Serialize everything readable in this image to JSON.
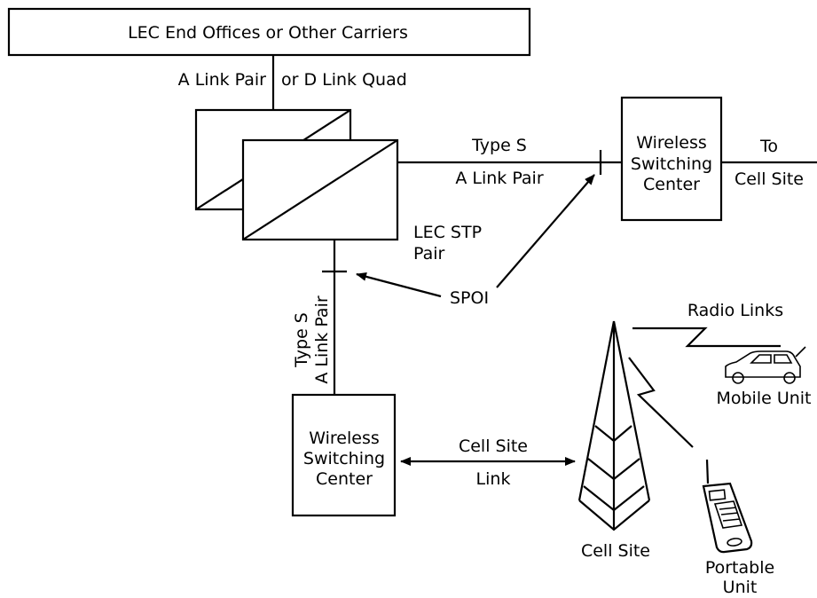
{
  "carrier_box": {
    "label": "LEC End Offices or Other Carriers"
  },
  "a_link_label": {
    "part1": "A Link Pair",
    "part2": "or D Link Quad"
  },
  "stp": {
    "label_line1": "LEC STP",
    "label_line2": "Pair"
  },
  "top_link": {
    "line1": "Type S",
    "line2": "A Link Pair"
  },
  "wsc_right": {
    "line1": "Wireless",
    "line2": "Switching",
    "line3": "Center"
  },
  "to_cell_site": {
    "line1": "To",
    "line2": "Cell Site"
  },
  "spoi": {
    "label": "SPOI"
  },
  "vertical_link": {
    "line1": "Type S",
    "line2": "A Link Pair"
  },
  "wsc_bottom": {
    "line1": "Wireless",
    "line2": "Switching",
    "line3": "Center"
  },
  "cell_site_link": {
    "line1": "Cell Site",
    "line2": "Link"
  },
  "radio_links": {
    "label": "Radio Links"
  },
  "mobile_unit": {
    "label": "Mobile Unit"
  },
  "cell_site": {
    "label": "Cell Site"
  },
  "portable_unit": {
    "line1": "Portable",
    "line2": "Unit"
  },
  "icons": [
    "cell-tower-icon",
    "car-icon",
    "cellphone-icon",
    "radio-link-zigzag-icon"
  ]
}
